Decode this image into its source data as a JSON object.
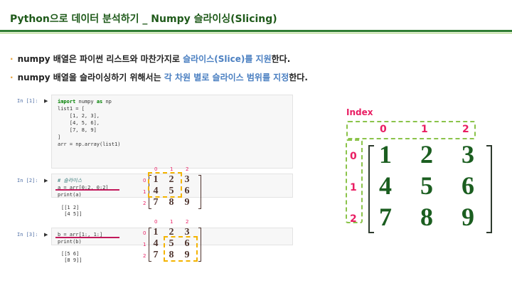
{
  "title": "Python으로 데이터 분석하기 _ Numpy 슬라이싱(Slicing)",
  "bullets": [
    {
      "pre": "numpy 배열은 파이썬 리스트와 마찬가지로 ",
      "hl": "슬라이스(Slice)를 지원",
      "post": "한다."
    },
    {
      "pre": "numpy 배열을 슬라이싱하기 위해서는 ",
      "hl": "각 차원 별로 슬라이스 범위를 지정",
      "post": "한다."
    }
  ],
  "cells": [
    {
      "prompt": "In [1]:",
      "lines": [
        "import numpy as np",
        "",
        "list1 = [",
        "    [1, 2, 3],",
        "    [4, 5, 6],",
        "    [7, 8, 9]",
        "]",
        "",
        "arr = np.array(list1)"
      ]
    },
    {
      "prompt": "In [2]:",
      "comment": "# 슬라이스",
      "line1": "a = arr[0:2, 0:2]",
      "line2": "print(a)",
      "output": "[[1 2]\n [4 5]]"
    },
    {
      "prompt": "In [3]:",
      "line1": "b = arr[1:, 1:]",
      "line2": "print(b)",
      "output": "[[5 6]\n [8 9]]"
    }
  ],
  "run_icon": "run-icon",
  "matrix": [
    [
      1,
      2,
      3
    ],
    [
      4,
      5,
      6
    ],
    [
      7,
      8,
      9
    ]
  ],
  "col_indices": [
    "0",
    "1",
    "2"
  ],
  "row_indices": [
    "0",
    "1",
    "2"
  ],
  "index_label": "Index",
  "colors": {
    "title": "#1f5a1a",
    "highlight": "#4a7fc1",
    "index": "#e91e63",
    "number": "#1b5e20",
    "dash_yellow": "#f4b400",
    "dash_green": "#8bc34a"
  }
}
